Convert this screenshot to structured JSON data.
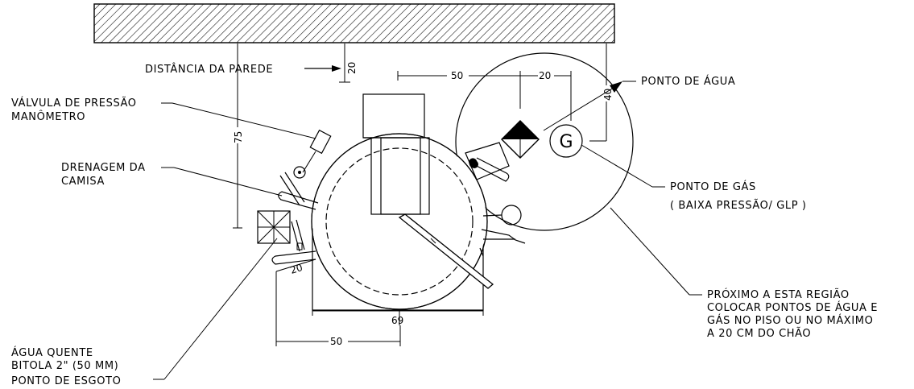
{
  "labels": {
    "distancia_parede": "DISTÂNCIA DA PAREDE",
    "valvula_l1": "VÁLVULA DE PRESSÃO",
    "valvula_l2": "MANÔMETRO",
    "drenagem_l1": "DRENAGEM DA",
    "drenagem_l2": "CAMISA",
    "ponto_agua": "PONTO DE ÁGUA",
    "ponto_gas_l1": "PONTO DE GÁS",
    "ponto_gas_l2": "( BAIXA PRESSÃO/ GLP )",
    "proximo_l1": "PRÓXIMO A ESTA REGIÃO",
    "proximo_l2": "COLOCAR PONTOS DE ÁGUA E",
    "proximo_l3": "GÁS NO PISO OU NO MÁXIMO",
    "proximo_l4": "A 20 CM DO CHÃO",
    "agua_quente_l1": "ÁGUA QUENTE",
    "agua_quente_l2": "BITOLA 2\" (50 MM)",
    "ponto_esgoto": "PONTO DE ESGOTO",
    "gas_symbol": "G"
  },
  "dimensions": {
    "d20_wall": "20",
    "d75": "75",
    "d50_top": "50",
    "d20_top": "20",
    "d40": "40",
    "d20_left": "20",
    "d69": "69",
    "d50_bottom": "50"
  }
}
